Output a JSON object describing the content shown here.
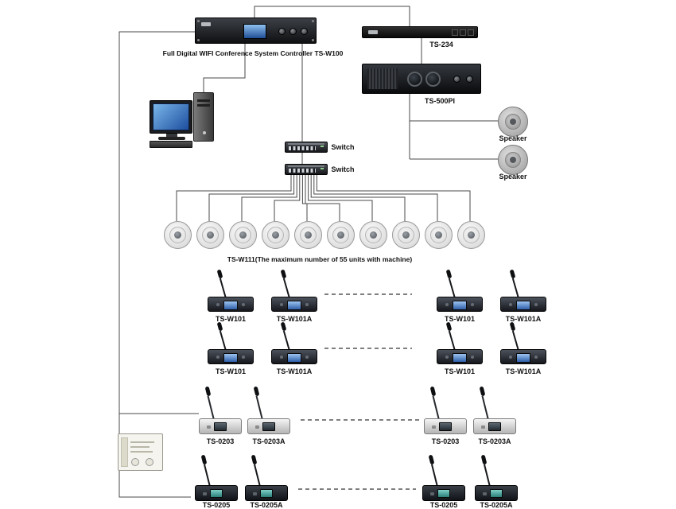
{
  "labels": {
    "controller": "Full Digital WIFI Conference System Controller TS-W100",
    "ts234": "TS-234",
    "ts500pi": "TS-500PI",
    "speaker_top": "Speaker",
    "speaker_bottom": "Speaker",
    "switch_top": "Switch",
    "switch_bottom": "Switch",
    "ceiling_note": "TS-W111(The maximum number of 55 units with machine)"
  },
  "mic_rows": [
    {
      "labels": [
        "TS-W101",
        "TS-W101A",
        "TS-W101",
        "TS-W101A"
      ]
    },
    {
      "labels": [
        "TS-W101",
        "TS-W101A",
        "TS-W101",
        "TS-W101A"
      ]
    },
    {
      "labels": [
        "TS-0203",
        "TS-0203A",
        "TS-0203",
        "TS-0203A"
      ]
    },
    {
      "labels": [
        "TS-0205",
        "TS-0205A",
        "TS-0205",
        "TS-0205A"
      ]
    }
  ]
}
